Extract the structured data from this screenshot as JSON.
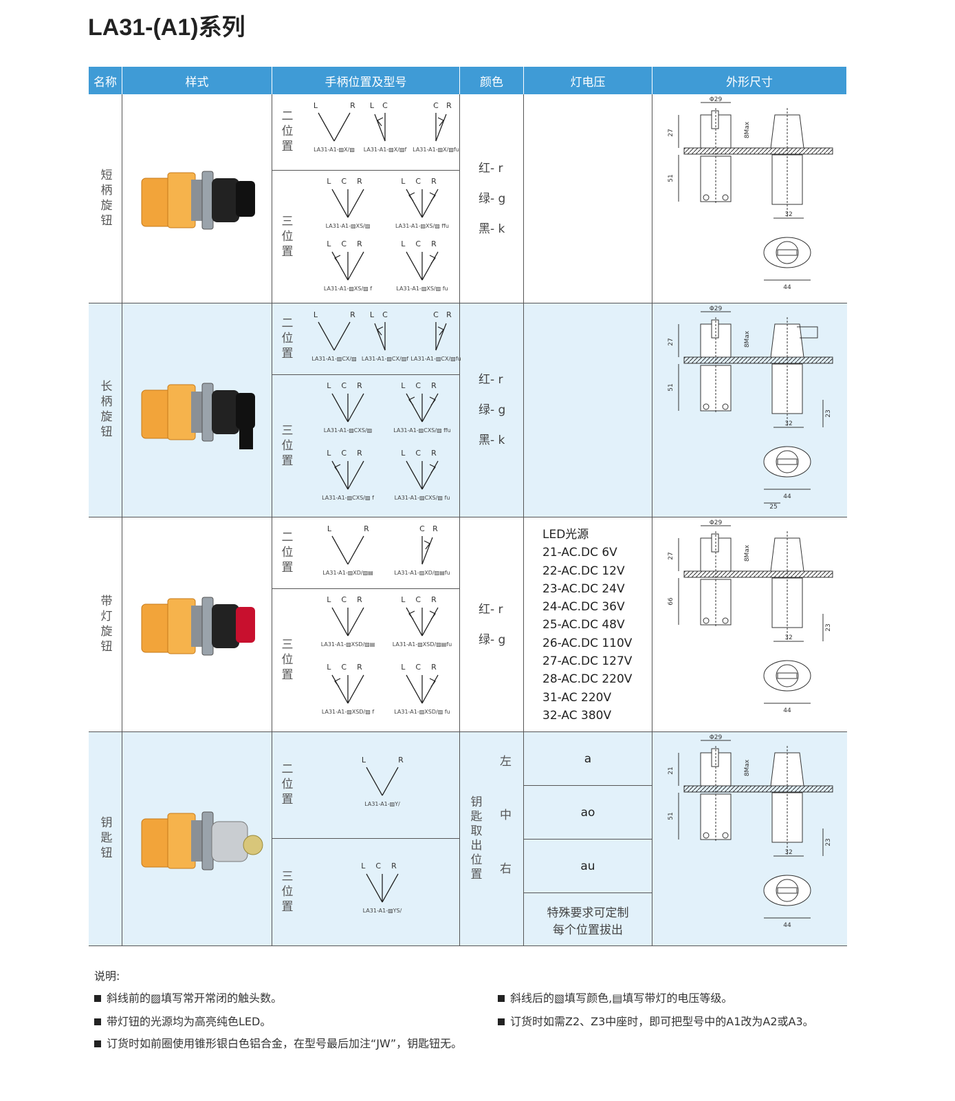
{
  "title": "LA31-(A1)系列",
  "headers": [
    "名称",
    "样式",
    "手柄位置及型号",
    "颜色",
    "灯电压",
    "外形尺寸"
  ],
  "rows": [
    {
      "name": "短柄旋钮",
      "photo": "short-handle-knob-photo",
      "knob": "short",
      "groups": [
        {
          "label": "二位置",
          "diagrams": [
            {
              "labels": "LR",
              "arrows": "",
              "model": "LA31-A1-▨X/▨"
            },
            {
              "labels": "LC",
              "arrows": "L",
              "model": "LA31-A1-▨X/▨f"
            },
            {
              "labels": "CR",
              "arrows": "R",
              "model": "LA31-A1-▨X/▨fu"
            }
          ]
        },
        {
          "label": "三位置",
          "diagrams": [
            {
              "labels": "LCR",
              "arrows": "",
              "model": "LA31-A1-▨XS/▨"
            },
            {
              "labels": "LCR",
              "arrows": "LR",
              "model": "LA31-A1-▨XS/▨ ffu"
            },
            {
              "labels": "LCR",
              "arrows": "L",
              "model": "LA31-A1-▨XS/▨ f"
            },
            {
              "labels": "LCR",
              "arrows": "R",
              "model": "LA31-A1-▨XS/▨ fu"
            }
          ]
        }
      ],
      "colors": [
        "红- r",
        "绿- g",
        "黑- k"
      ],
      "voltage": [],
      "dims": {
        "phi": "Φ29",
        "h1": "27",
        "h2": "51",
        "max": "8Max",
        "w": "32",
        "d": "44"
      }
    },
    {
      "name": "长柄旋钮",
      "photo": "long-handle-knob-photo",
      "knob": "long",
      "groups": [
        {
          "label": "二位置",
          "diagrams": [
            {
              "labels": "LR",
              "arrows": "",
              "model": "LA31-A1-▨CX/▨"
            },
            {
              "labels": "LC",
              "arrows": "L",
              "model": "LA31-A1-▨CX/▨f"
            },
            {
              "labels": "CR",
              "arrows": "R",
              "model": "LA31-A1-▨CX/▨fu"
            }
          ]
        },
        {
          "label": "三位置",
          "diagrams": [
            {
              "labels": "LCR",
              "arrows": "",
              "model": "LA31-A1-▨CXS/▨"
            },
            {
              "labels": "LCR",
              "arrows": "LR",
              "model": "LA31-A1-▨CXS/▨ ffu"
            },
            {
              "labels": "LCR",
              "arrows": "L",
              "model": "LA31-A1-▨CXS/▨ f"
            },
            {
              "labels": "LCR",
              "arrows": "R",
              "model": "LA31-A1-▨CXS/▨ fu"
            }
          ]
        }
      ],
      "colors": [
        "红- r",
        "绿- g",
        "黑- k"
      ],
      "voltage": [],
      "dims": {
        "phi": "Φ29",
        "h1": "27",
        "h2": "51",
        "max": "8Max",
        "w": "32",
        "d": "44",
        "e": "23",
        "f": "25"
      }
    },
    {
      "name": "带灯旋钮",
      "photo": "illuminated-knob-photo",
      "knob": "lamp",
      "groups": [
        {
          "label": "二位置",
          "diagrams": [
            {
              "labels": "LR",
              "arrows": "",
              "model": "LA31-A1-▨XD/▨▤"
            },
            {
              "labels": "CR",
              "arrows": "R",
              "model": "LA31-A1-▨XD/▨▤fu"
            }
          ]
        },
        {
          "label": "三位置",
          "diagrams": [
            {
              "labels": "LCR",
              "arrows": "",
              "model": "LA31-A1-▨XSD/▨▤"
            },
            {
              "labels": "LCR",
              "arrows": "LR",
              "model": "LA31-A1-▨XSD/▨▤fu"
            },
            {
              "labels": "LCR",
              "arrows": "L",
              "model": "LA31-A1-▨XSD/▨ f"
            },
            {
              "labels": "LCR",
              "arrows": "R",
              "model": "LA31-A1-▨XSD/▨ fu"
            }
          ]
        }
      ],
      "colors": [
        "红- r",
        "绿- g"
      ],
      "voltage": [
        "LED光源",
        "21-AC.DC 6V",
        "22-AC.DC 12V",
        "23-AC.DC 24V",
        "24-AC.DC 36V",
        "25-AC.DC 48V",
        "26-AC.DC 110V",
        "27-AC.DC 127V",
        "28-AC.DC 220V",
        "31-AC 220V",
        "32-AC 380V"
      ],
      "dims": {
        "phi": "Φ29",
        "h1": "27",
        "h2": "66",
        "max": "8Max",
        "w": "32",
        "d": "44",
        "e": "23"
      }
    },
    {
      "name": "钥匙钮",
      "photo": "key-switch-photo",
      "knob": "key",
      "groups": [
        {
          "label": "二位置",
          "diagrams": [
            {
              "labels": "LR",
              "arrows": "",
              "model": "LA31-A1-▨Y/"
            }
          ]
        },
        {
          "label": "三位置",
          "diagrams": [
            {
              "labels": "LCR",
              "arrows": "",
              "model": "LA31-A1-▨YS/"
            }
          ]
        }
      ],
      "key_label": "钥匙取出位置",
      "key_positions": [
        "左",
        "中",
        "右"
      ],
      "key_codes": [
        "a",
        "ao",
        "au"
      ],
      "key_note": [
        "特殊要求可定制",
        "每个位置拔出"
      ],
      "dims": {
        "phi": "Φ29",
        "h1": "21",
        "h2": "51",
        "max": "8Max",
        "w": "32",
        "d": "44",
        "e": "23"
      }
    }
  ],
  "notes": {
    "heading": "说明:",
    "items": [
      "斜线前的▨填写常开常闭的触头数。",
      "斜线后的▧填写颜色,▤填写带灯的电压等级。",
      "带灯钮的光源均为高亮纯色LED。",
      "订货时如需Z2、Z3中座时，即可把型号中的A1改为A2或A3。",
      "订货时如前圈使用锥形银白色铝合金，在型号最后加注“JW”，钥匙钮无。"
    ]
  },
  "colors": {
    "header": "#3f9bd6",
    "alt_row": "#e2f1fa"
  }
}
